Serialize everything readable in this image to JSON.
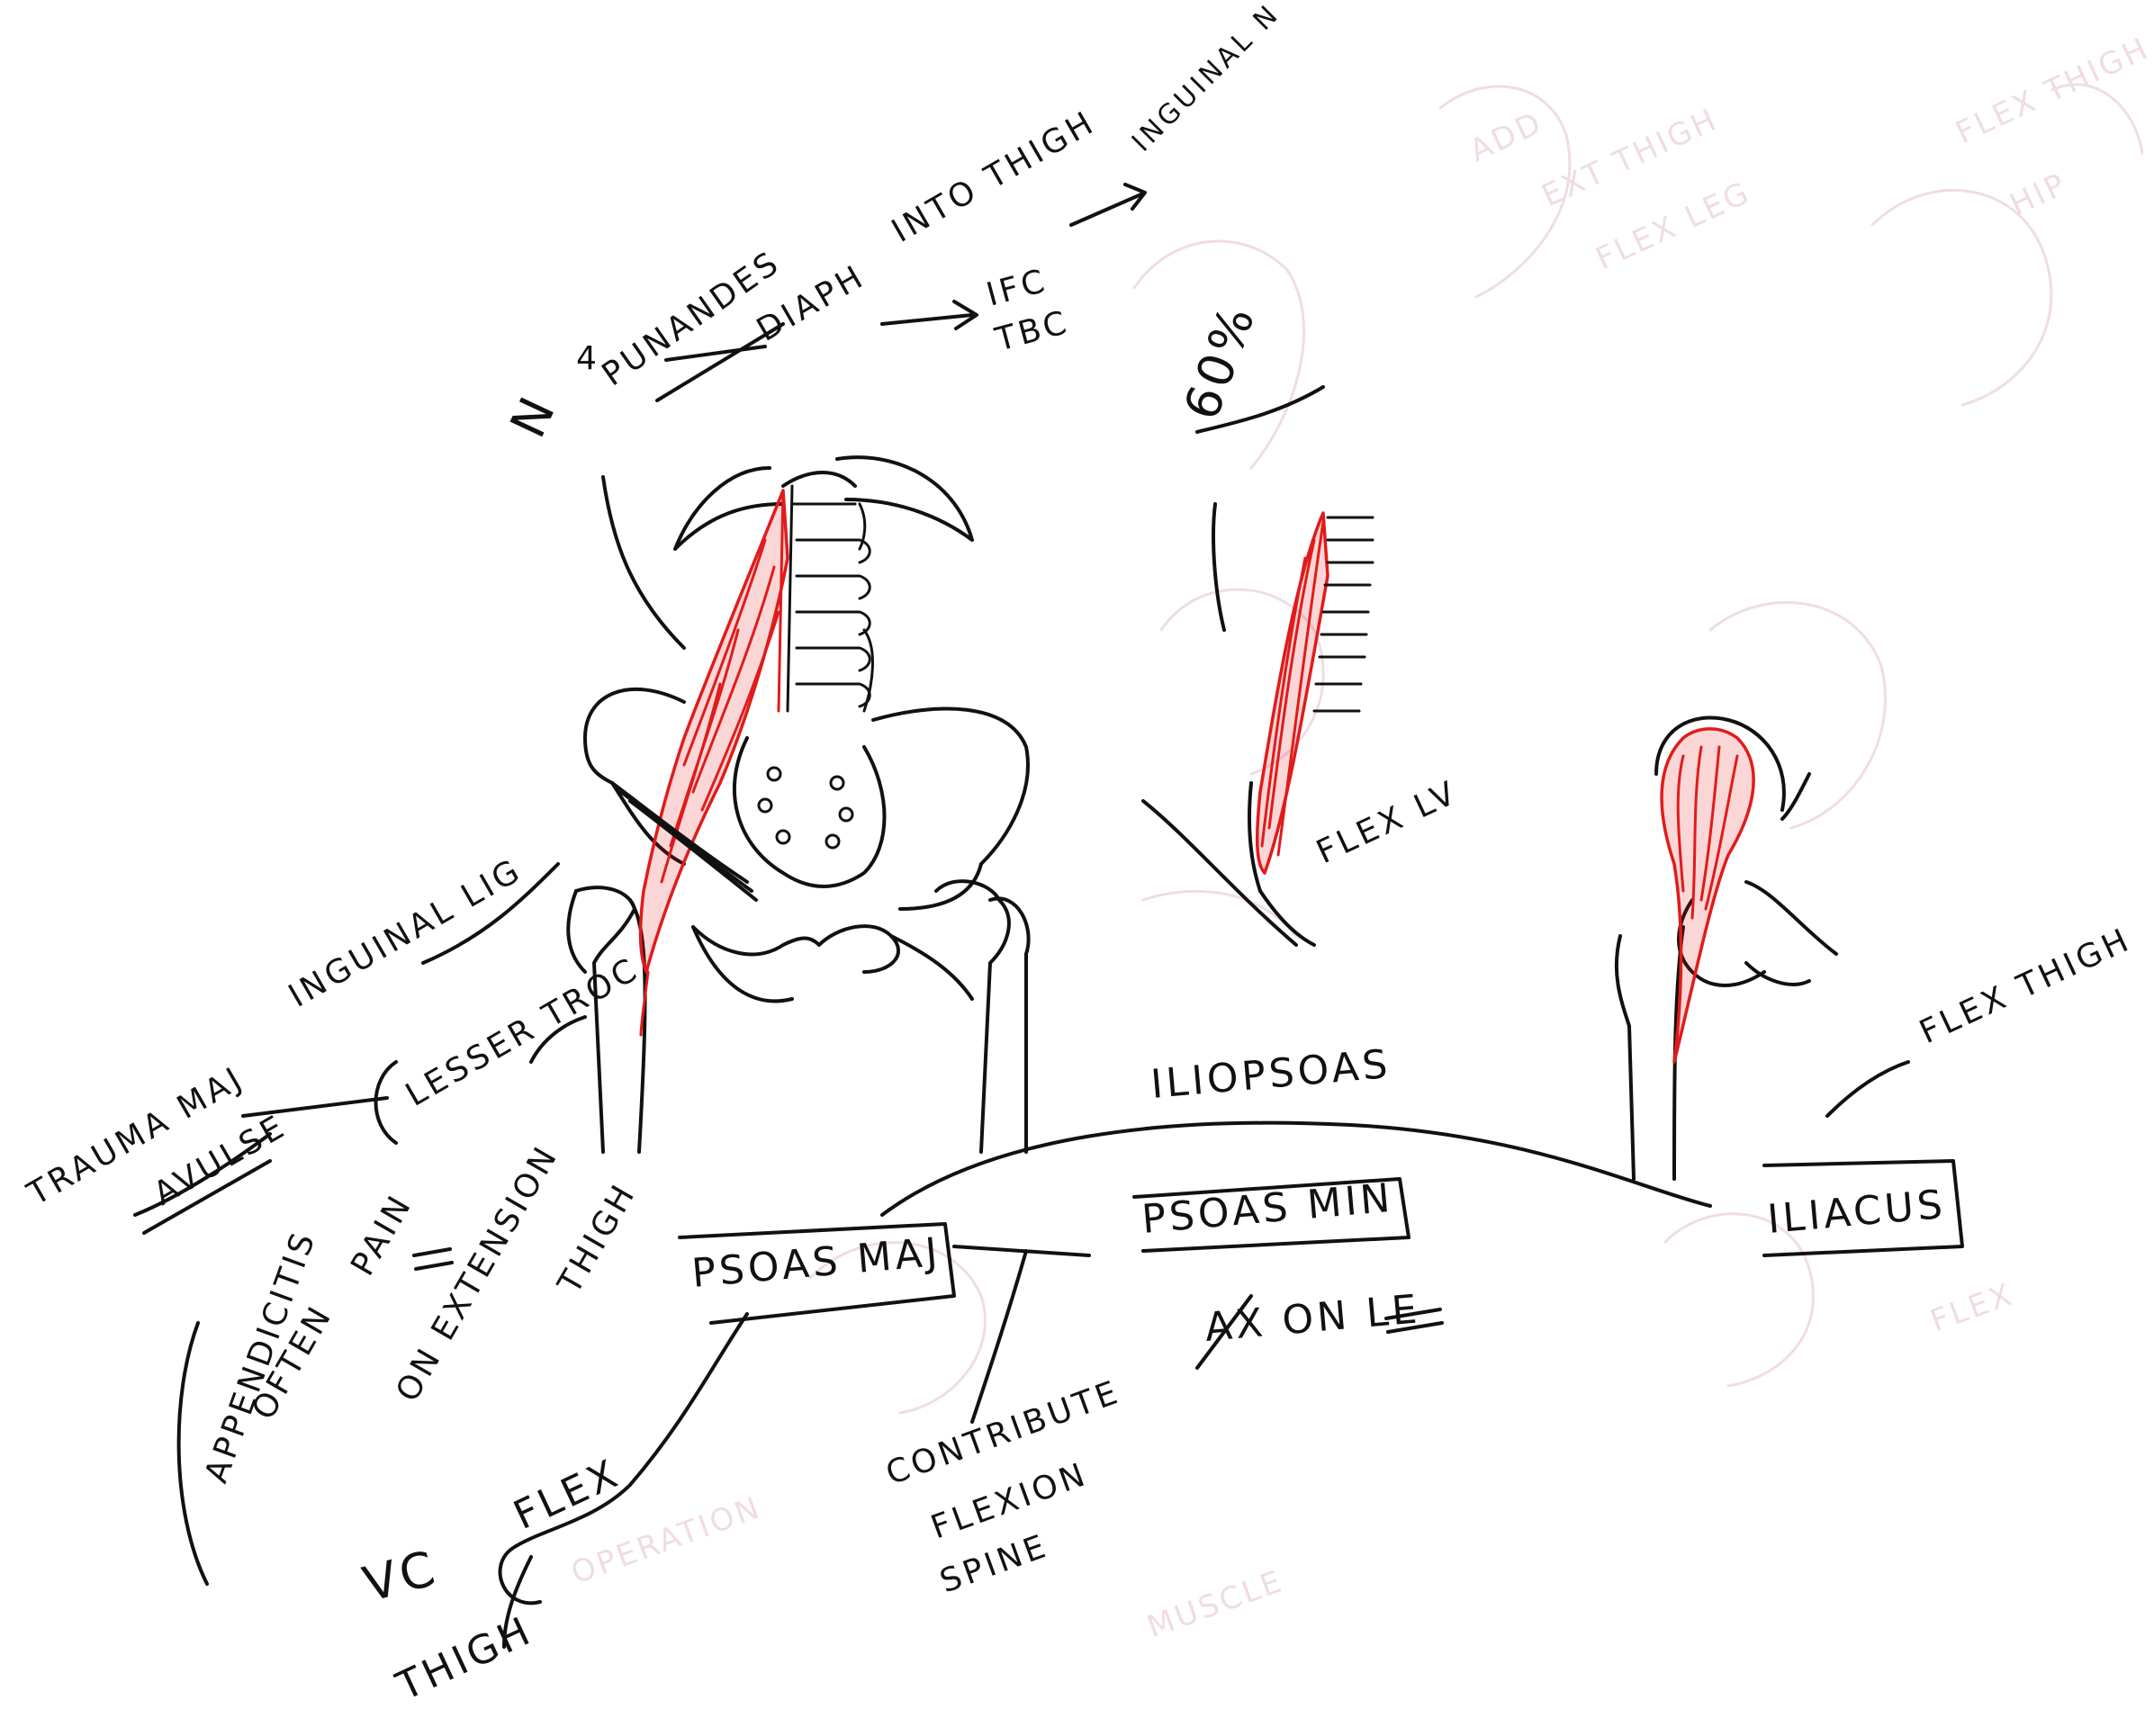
{
  "colors": {
    "ink": "#111111",
    "muscle": "#e11b1b",
    "bleed_through": "#f0dce6",
    "paper": "#ffffff"
  },
  "notes": {
    "nerve": "N",
    "nerve_superscript": "4",
    "pierced_by": "PUNANDES",
    "arrow_diaph": "DIAPH",
    "into_thigh": "INTO THIGH",
    "ifc": "IFC",
    "tbc": "TBC",
    "inguinal_n": "INGUINAL N",
    "pct": "60%",
    "inguinal_lig": "INGUINAL LIG",
    "lesser_troc": "LESSER TROC",
    "trauma_maj": "TRAUMA MAJ",
    "avulse": "AVULSE",
    "appendicitis": "APPENDICITIS",
    "often": "OFTEN",
    "pain": "PAIN",
    "on_ext": "ON EXTENSION",
    "thigh": "THIGH",
    "flex_lv": "FLEX LV",
    "flex_thigh": "FLEX THIGH",
    "iliopsoas": "ILIOPSOAS",
    "psoas_maj": "PSOAS MAJ",
    "psoas_min": "PSOAS MIN",
    "absent_on_le": "AX ON LE",
    "iliacus": "ILIACUS",
    "vc": "VC",
    "flex": "FLEX",
    "thigh_bottom": "THIGH",
    "contributes": "CONTRIBUTE",
    "flexion": "FLEXION",
    "spine": "SPINE"
  }
}
